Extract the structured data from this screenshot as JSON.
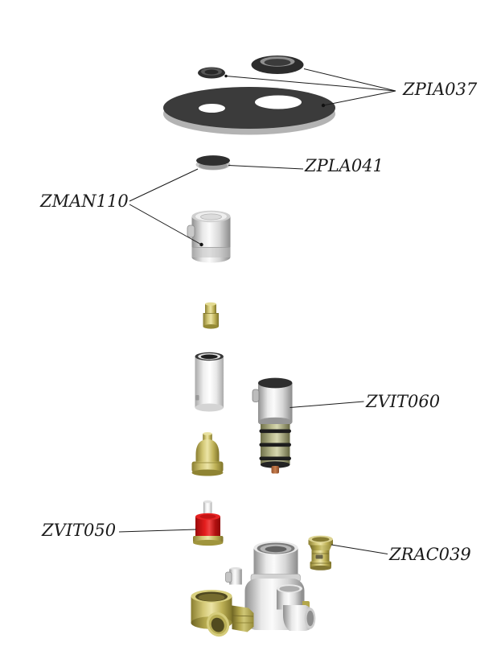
{
  "diagram": {
    "type": "exploded-parts-diagram",
    "background": "#ffffff",
    "parts": [
      {
        "code": "ZPIA037"
      },
      {
        "code": "ZPLA041"
      },
      {
        "code": "ZMAN110"
      },
      {
        "code": "ZVIT060"
      },
      {
        "code": "ZVIT050"
      },
      {
        "code": "ZRAC039"
      }
    ],
    "colors": {
      "label_text": "#1a1a1a",
      "leader_line": "#1a1a1a",
      "plate_dark": "#3b3b3b",
      "chrome": "#d9d9d9",
      "brass": "#c9bd5e",
      "cartridge_red": "#e11414",
      "copper_tip": "#b06a3a"
    }
  }
}
